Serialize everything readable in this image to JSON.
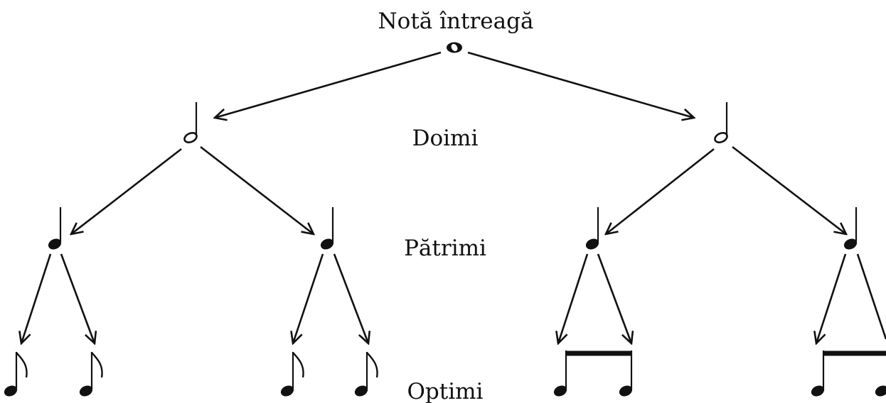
{
  "title": "Notă întreagă",
  "levels": {
    "half": "Doimi",
    "quarter": "Pătrimi",
    "eighth": "Optimi"
  }
}
